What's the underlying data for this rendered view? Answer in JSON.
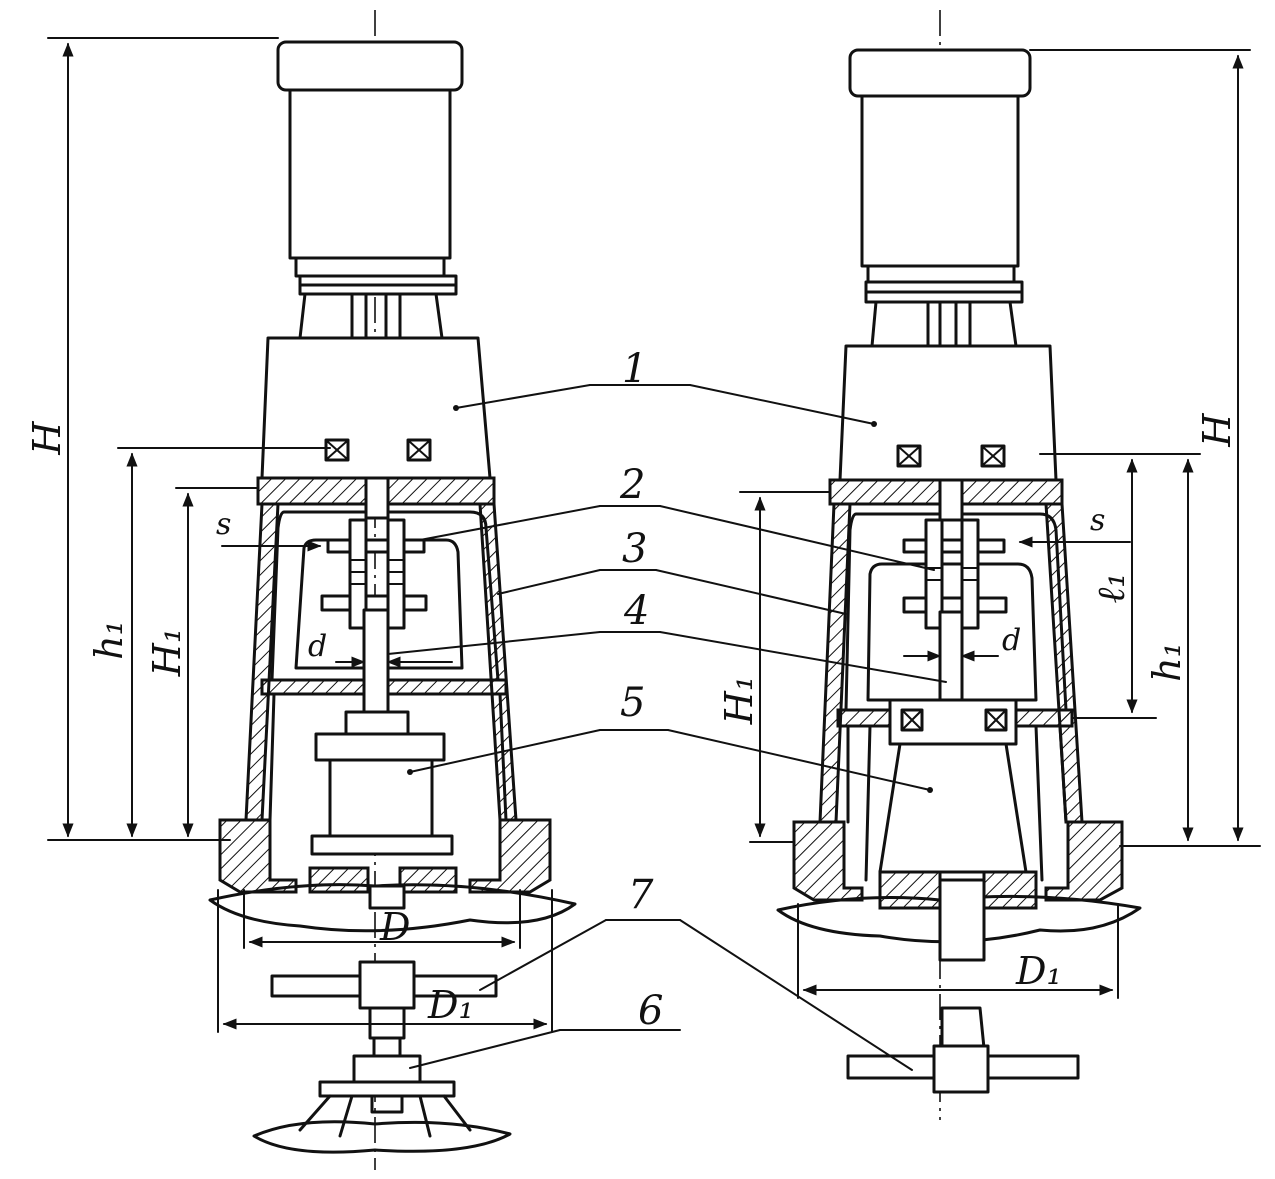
{
  "labels": {
    "part1": "1",
    "part2": "2",
    "part3": "3",
    "part4": "4",
    "part5": "5",
    "part6": "6",
    "part7": "7"
  },
  "dimensions_left": {
    "H": "H",
    "h1": "h₁",
    "H1": "H₁",
    "s": "s",
    "d": "d",
    "D": "D",
    "D1": "D₁"
  },
  "dimensions_right": {
    "H": "H",
    "h1": "h₁",
    "H1": "H₁",
    "l1": "ℓ₁",
    "s": "s",
    "d": "d",
    "D1": "D₁"
  }
}
